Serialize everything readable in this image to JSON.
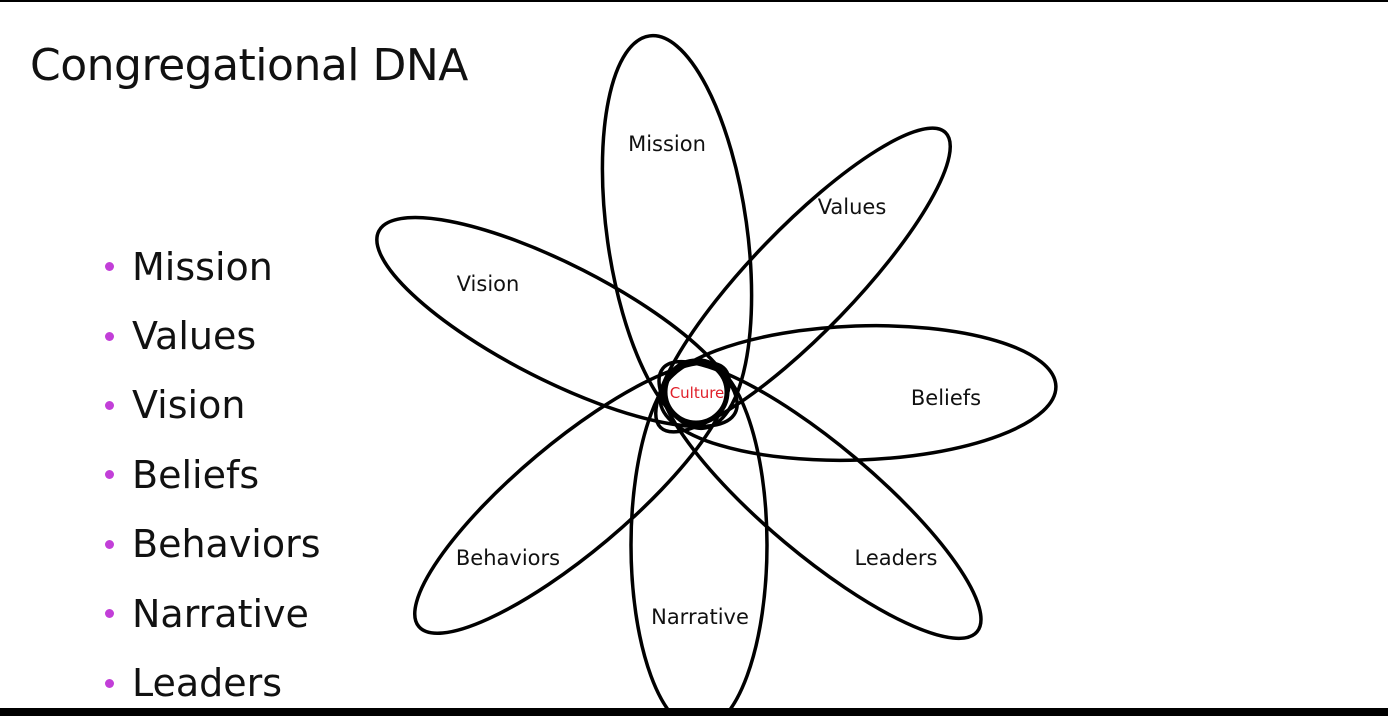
{
  "title": "Congregational DNA",
  "bullet_color": "#c23fd8",
  "bullets": [
    "Mission",
    "Values",
    "Vision",
    "Beliefs",
    "Behaviors",
    "Narrative",
    "Leaders"
  ],
  "diagram": {
    "center": {
      "label": "Culture",
      "color": "#e0202a"
    },
    "petals": {
      "mission": "Mission",
      "values": "Values",
      "vision": "Vision",
      "beliefs": "Beliefs",
      "behaviors": "Behaviors",
      "narrative": "Narrative",
      "leaders": "Leaders"
    }
  }
}
